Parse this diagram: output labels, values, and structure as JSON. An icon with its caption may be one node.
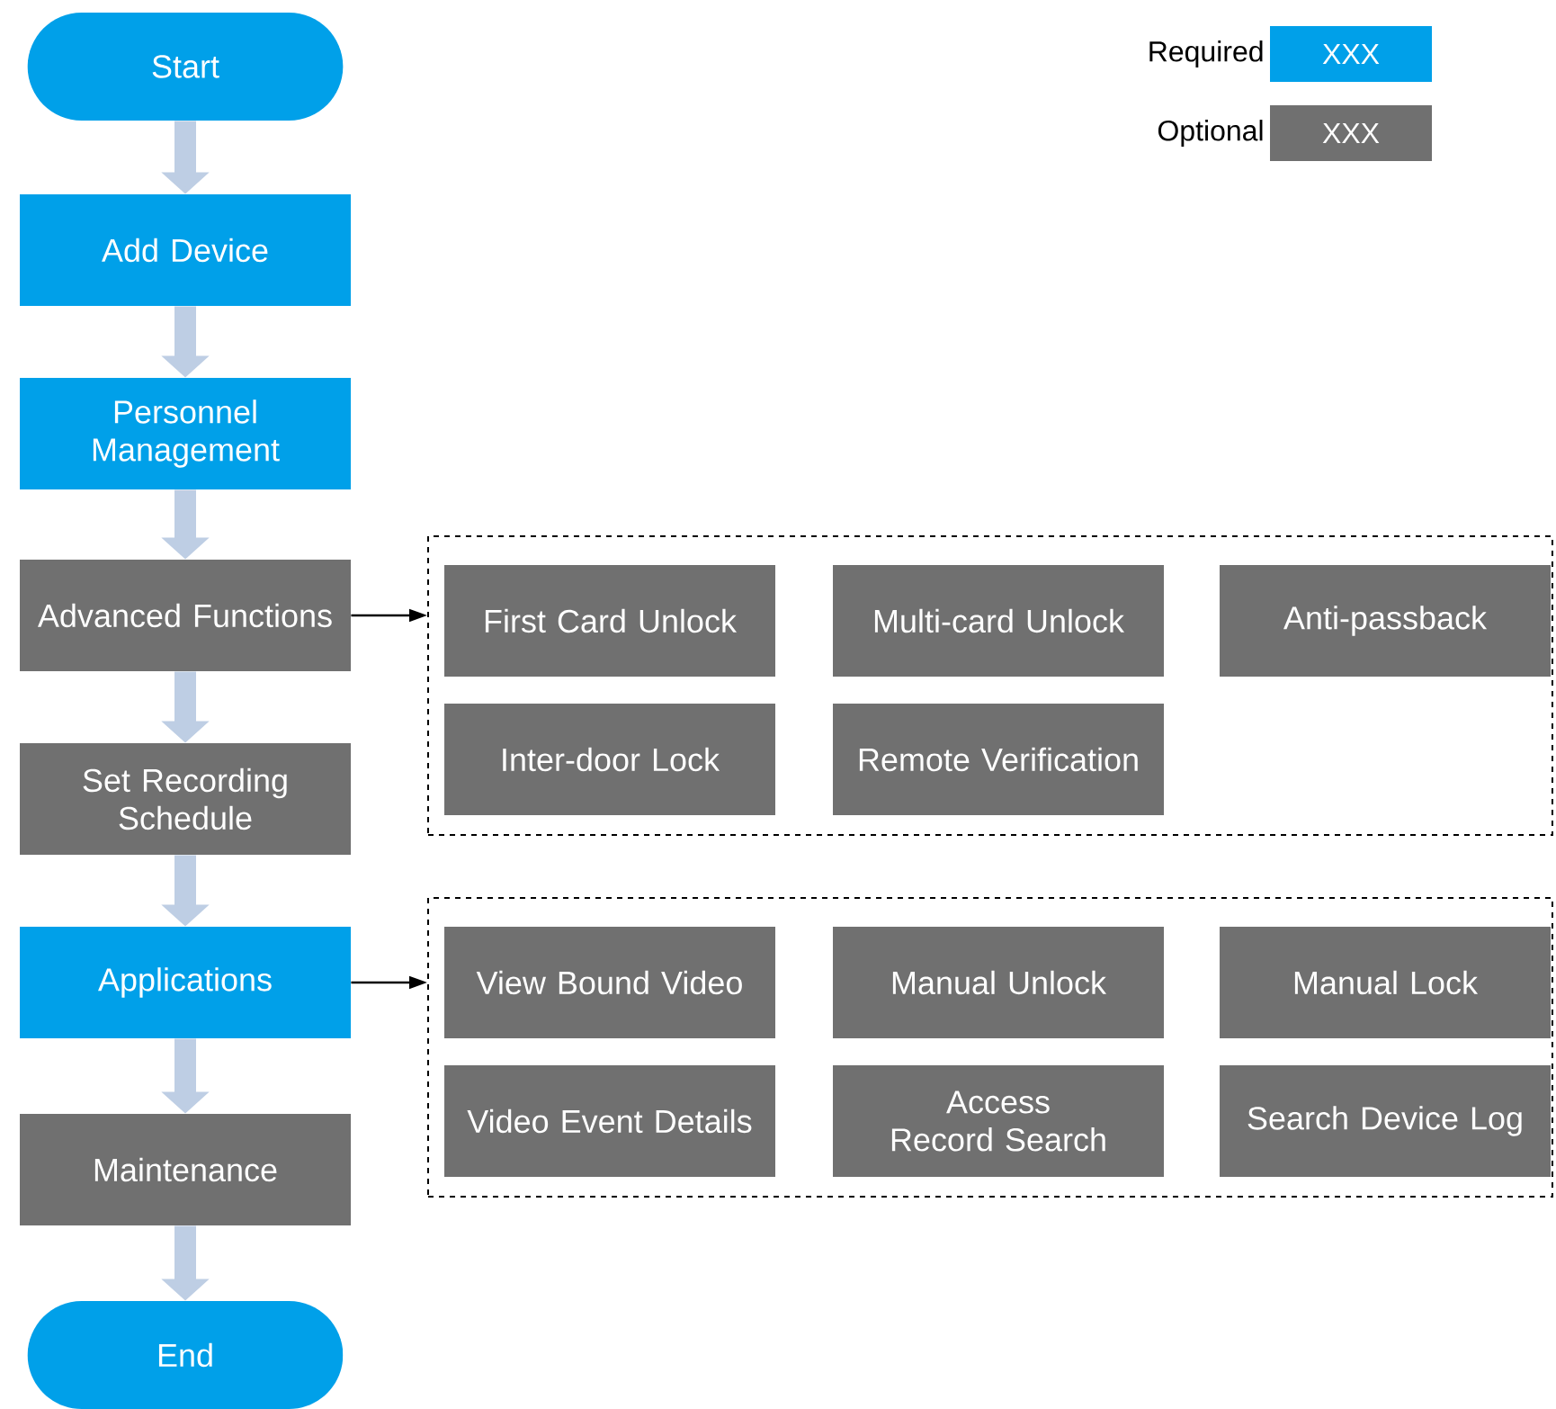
{
  "diagram": {
    "nodes": [
      {
        "text": [
          "Start"
        ]
      },
      {
        "text": [
          "Add Device"
        ]
      },
      {
        "text": [
          "Personnel Management"
        ]
      },
      {
        "text": [
          "Advanced Functions"
        ]
      },
      {
        "text": [
          "Set Recording Schedule"
        ]
      },
      {
        "text": [
          "Applications"
        ]
      },
      {
        "text": [
          "Maintenance"
        ]
      },
      {
        "text": [
          "End"
        ]
      },
      {
        "text": [],
        "shape": "box"
      },
      {
        "text": [
          "First Card Unlock"
        ],
        "in": 8
      },
      {
        "text": [
          "Multi-card Unlock"
        ],
        "in": 8
      },
      {
        "text": [
          "Anti-passback"
        ],
        "in": 8
      },
      {
        "text": [
          "Inter-door Lock"
        ],
        "in": 8
      },
      {
        "text": [
          "Remote Verification"
        ],
        "in": 8
      },
      {
        "text": [],
        "shape": "box"
      },
      {
        "text": [
          "View Bound Video"
        ],
        "in": 14
      },
      {
        "text": [
          "Manual Unlock"
        ],
        "in": 14
      },
      {
        "text": [
          "Manual Lock"
        ],
        "in": 14
      },
      {
        "text": [
          "Video Event Details"
        ],
        "in": 14
      },
      {
        "text": [
          "Access Record Search"
        ],
        "in": 14
      },
      {
        "text": [
          "Search Device Log"
        ],
        "in": 14
      }
    ],
    "edges": [
      {
        "from": 0,
        "to": 1,
        "arrow": "to"
      },
      {
        "from": 1,
        "to": 2,
        "arrow": "to"
      },
      {
        "from": 2,
        "to": 3,
        "arrow": "to"
      },
      {
        "from": 3,
        "to": 4,
        "arrow": "to"
      },
      {
        "from": 4,
        "to": 5,
        "arrow": "to"
      },
      {
        "from": 5,
        "to": 6,
        "arrow": "to"
      },
      {
        "from": 6,
        "to": 7,
        "arrow": "to"
      },
      {
        "from": 3,
        "to": 8,
        "arrow": "to",
        "color": "#000000"
      },
      {
        "from": 5,
        "to": 14,
        "arrow": "to",
        "color": "#000000"
      }
    ],
    "labels": [
      "XXX",
      "XXX"
    ],
    "legend": [
      {
        "text": "Required",
        "color": "#00a0e9"
      },
      {
        "text": "Optional",
        "color": "#707070"
      }
    ]
  }
}
